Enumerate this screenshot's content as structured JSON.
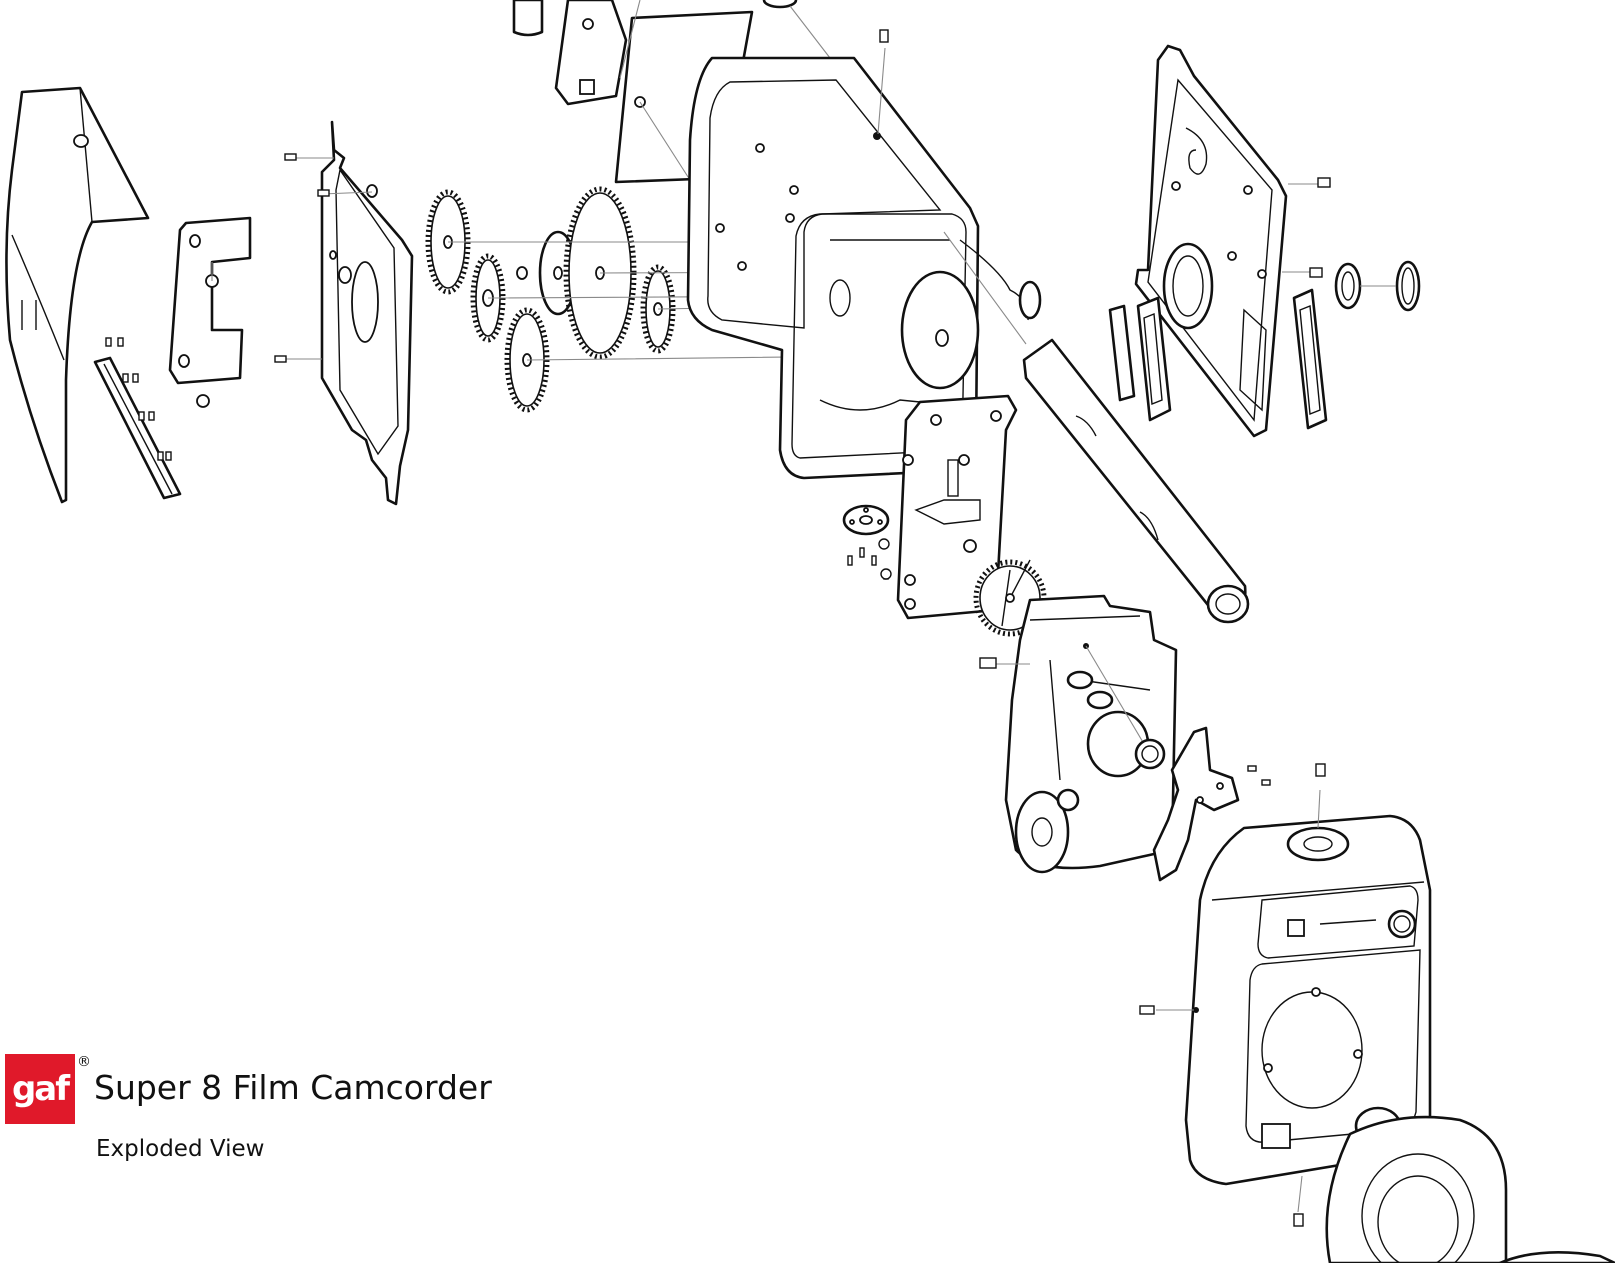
{
  "logo": {
    "text": "gaf",
    "mark": "®",
    "color": "#e0192a"
  },
  "title": "Super 8 Film Camcorder",
  "subtitle": "Exploded View",
  "diagram": {
    "style": "line-art exploded view",
    "line_color": "#111111",
    "background": "#ffffff"
  }
}
